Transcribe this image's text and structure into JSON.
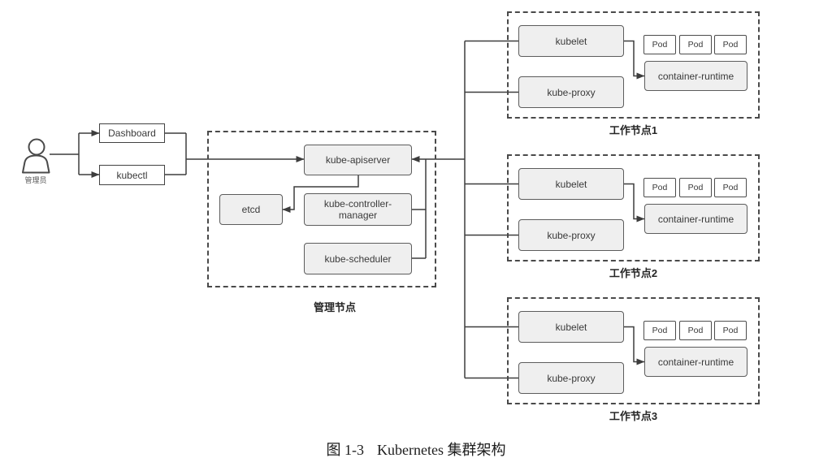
{
  "admin": {
    "label": "管理员"
  },
  "clients": {
    "dashboard": "Dashboard",
    "kubectl": "kubectl"
  },
  "master": {
    "label": "管理节点",
    "apiserver": "kube-apiserver",
    "etcd": "etcd",
    "controller_manager": "kube-controller-manager",
    "scheduler": "kube-scheduler"
  },
  "workers": [
    {
      "label": "工作节点1",
      "kubelet": "kubelet",
      "kube_proxy": "kube-proxy",
      "pods": [
        "Pod",
        "Pod",
        "Pod"
      ],
      "runtime": "container-runtime"
    },
    {
      "label": "工作节点2",
      "kubelet": "kubelet",
      "kube_proxy": "kube-proxy",
      "pods": [
        "Pod",
        "Pod",
        "Pod"
      ],
      "runtime": "container-runtime"
    },
    {
      "label": "工作节点3",
      "kubelet": "kubelet",
      "kube_proxy": "kube-proxy",
      "pods": [
        "Pod",
        "Pod",
        "Pod"
      ],
      "runtime": "container-runtime"
    }
  ],
  "caption": {
    "figure_no": "图 1-3",
    "title": "Kubernetes 集群架构"
  },
  "colors": {
    "line": "#3d3d3d",
    "box_fill": "#efefef",
    "box_border": "#5c5c5c",
    "dashed_border": "#4a4a4a"
  }
}
